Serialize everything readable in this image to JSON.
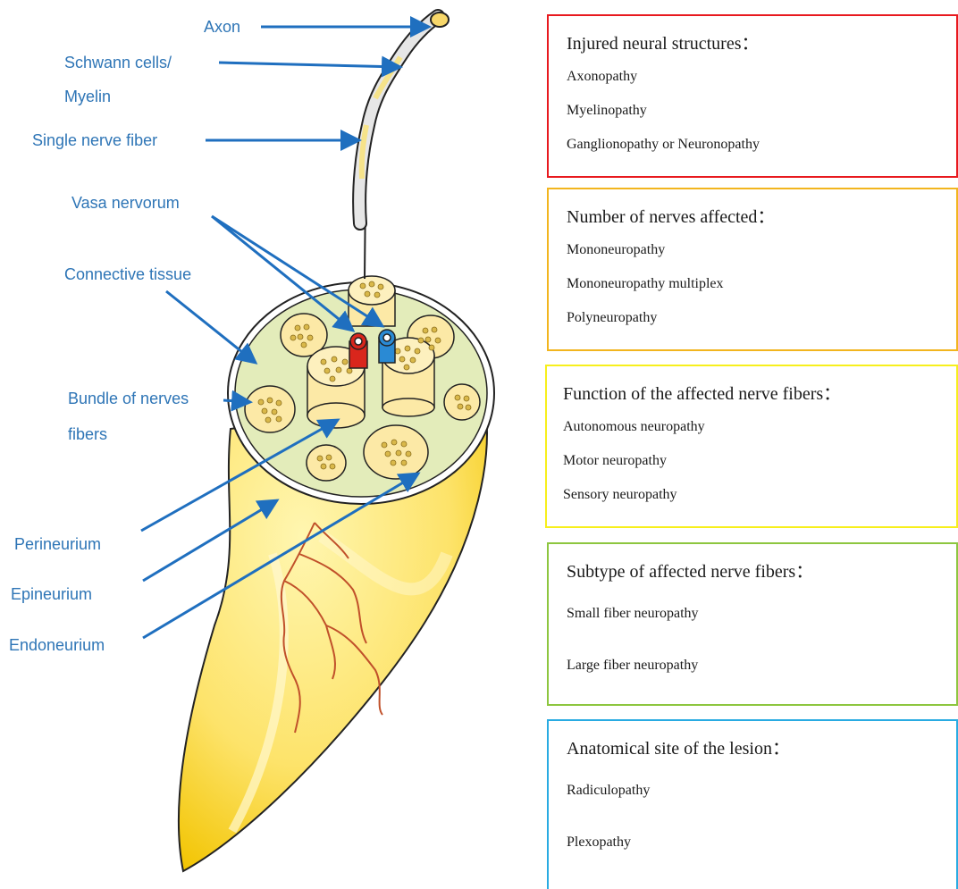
{
  "labels": {
    "axon": "Axon",
    "schwann_1": "Schwann cells/",
    "schwann_2": "Myelin",
    "single_fiber": "Single nerve fiber",
    "vasa": "Vasa nervorum",
    "connective": "Connective tissue",
    "bundle_1": "Bundle of nerves",
    "bundle_2": "fibers",
    "perineurium": "Perineurium",
    "epineurium": "Epineurium",
    "endoneurium": "Endoneurium"
  },
  "boxes": [
    {
      "title": "Injured neural structures：",
      "color": "#e8191e",
      "items": [
        "Axonopathy",
        "Myelinopathy",
        "Ganglionopathy or Neuronopathy"
      ]
    },
    {
      "title": "Number of nerves affected：",
      "color": "#f2b51e",
      "items": [
        "Mononeuropathy",
        "Mononeuropathy multiplex",
        "Polyneuropathy"
      ]
    },
    {
      "title": "Function of the affected nerve fibers：",
      "color": "#f7ef1c",
      "items": [
        "Autonomous neuropathy",
        "Motor neuropathy",
        "Sensory neuropathy"
      ]
    },
    {
      "title": "Subtype of affected nerve fibers：",
      "color": "#8dc63f",
      "items": [
        "Small fiber neuropathy",
        "Large fiber neuropathy"
      ]
    },
    {
      "title": "Anatomical site of the lesion：",
      "color": "#29abe2",
      "items": [
        "Radiculopathy",
        "Plexopathy"
      ]
    }
  ],
  "colors": {
    "label_text": "#2e75b6",
    "arrow": "#1f6fbf",
    "nerve_yellow": "#f9d71c",
    "cross_section": "#e3ecba"
  }
}
